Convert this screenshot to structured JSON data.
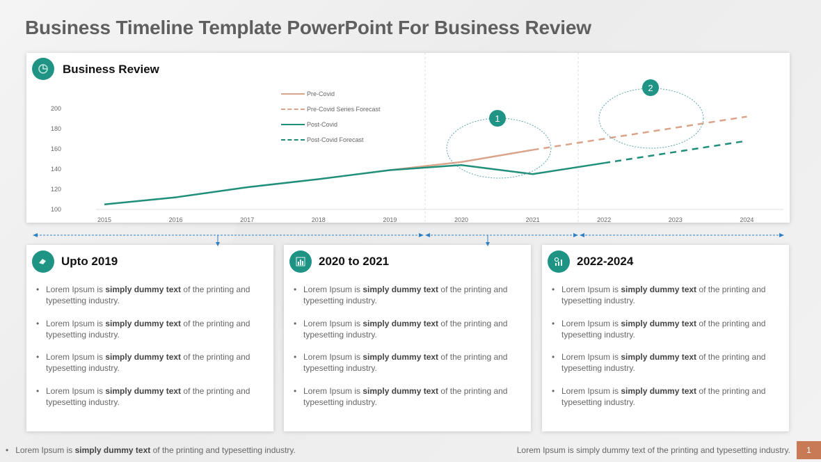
{
  "slide": {
    "title": "Business Timeline Template PowerPoint For Business Review",
    "page_number": "1"
  },
  "colors": {
    "teal": "#1f9485",
    "pre_covid": "#d9a48a",
    "post_covid": "#1f8f7a",
    "page_badge": "#c87a55",
    "arrow_blue": "#2f7fc1"
  },
  "chart_card": {
    "title": "Business Review",
    "icon": "chart-analysis-icon",
    "callouts": [
      "1",
      "2"
    ]
  },
  "chart_data": {
    "type": "line",
    "title": "Business Review",
    "xlabel": "",
    "ylabel": "",
    "categories": [
      "2015",
      "2016",
      "2017",
      "2018",
      "2019",
      "2020",
      "2021",
      "2022",
      "2023",
      "2024"
    ],
    "yticks": [
      "100",
      "120",
      "140",
      "160",
      "180",
      "200"
    ],
    "ylim": [
      100,
      200
    ],
    "grid": false,
    "legend_position": "top-center",
    "series": [
      {
        "name": "Pre-Covid",
        "style": "solid",
        "color": "#d9a48a",
        "values": [
          null,
          null,
          null,
          null,
          139,
          147,
          159,
          null,
          null,
          null
        ]
      },
      {
        "name": "Pre-Covid Series Forecast",
        "style": "dashed",
        "color": "#d9a48a",
        "values": [
          null,
          null,
          null,
          null,
          null,
          null,
          159,
          170,
          181,
          192
        ]
      },
      {
        "name": "Post-Covid",
        "style": "solid",
        "color": "#1f8f7a",
        "values": [
          105,
          112,
          122,
          130,
          139,
          144,
          135,
          146,
          null,
          null
        ]
      },
      {
        "name": "Post-Covid Forecast",
        "style": "dashed",
        "color": "#1f8f7a",
        "values": [
          null,
          null,
          null,
          null,
          null,
          null,
          null,
          146,
          157,
          168
        ]
      }
    ],
    "annotations": [
      {
        "label": "1",
        "description": "Dashed ellipse around 2020-2021 divergence"
      },
      {
        "label": "2",
        "description": "Dashed ellipse around 2022-2023 forecast"
      }
    ]
  },
  "legend": [
    {
      "label": "Pre-Covid"
    },
    {
      "label": "Pre-Covid Series Forecast"
    },
    {
      "label": "Post-Covid"
    },
    {
      "label": "Post-Covid Forecast"
    }
  ],
  "cards": [
    {
      "title": "Upto 2019",
      "icon": "handshake-icon",
      "bullets": [
        {
          "pre": "Lorem Ipsum is ",
          "bold": "simply dummy text",
          "post": " of the printing and typesetting industry."
        },
        {
          "pre": "Lorem Ipsum is ",
          "bold": "simply dummy text",
          "post": " of the printing and typesetting industry."
        },
        {
          "pre": "Lorem Ipsum is ",
          "bold": "simply dummy text",
          "post": " of the printing and typesetting industry."
        },
        {
          "pre": "Lorem Ipsum is ",
          "bold": "simply dummy text",
          "post": " of the printing and typesetting industry."
        }
      ]
    },
    {
      "title": "2020 to 2021",
      "icon": "bar-chart-icon",
      "bullets": [
        {
          "pre": "Lorem Ipsum is ",
          "bold": "simply dummy text",
          "post": " of the printing and typesetting industry."
        },
        {
          "pre": "Lorem Ipsum is ",
          "bold": "simply dummy text",
          "post": " of the printing and typesetting industry."
        },
        {
          "pre": "Lorem Ipsum is ",
          "bold": "simply dummy text",
          "post": " of the printing and typesetting industry."
        },
        {
          "pre": "Lorem Ipsum is ",
          "bold": "simply dummy text",
          "post": " of the printing and typesetting industry."
        }
      ]
    },
    {
      "title": "2022-2024",
      "icon": "growth-chart-icon",
      "bullets": [
        {
          "pre": "Lorem Ipsum is ",
          "bold": "simply dummy text",
          "post": " of the printing and typesetting industry."
        },
        {
          "pre": "Lorem Ipsum is ",
          "bold": "simply dummy text",
          "post": " of the printing and typesetting industry."
        },
        {
          "pre": "Lorem Ipsum is ",
          "bold": "simply dummy text",
          "post": " of the printing and typesetting industry."
        },
        {
          "pre": "Lorem Ipsum is ",
          "bold": "simply dummy text",
          "post": " of the printing and typesetting industry."
        }
      ]
    }
  ],
  "footer": {
    "left": {
      "pre": "Lorem Ipsum is ",
      "bold": "simply dummy text",
      "post": " of the printing and typesetting industry."
    },
    "right": "Lorem Ipsum is simply dummy text of the printing and typesetting industry."
  }
}
